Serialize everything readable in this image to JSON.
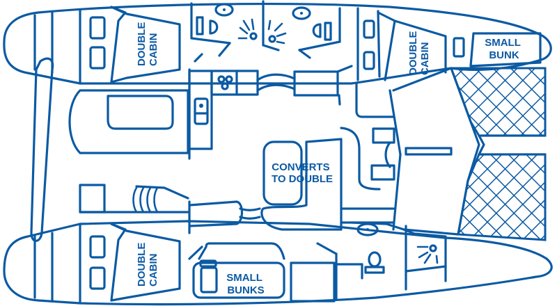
{
  "diagram": {
    "title": "Catamaran layout",
    "line_color": "#0b5aa3",
    "background": "#ffffff",
    "labels": {
      "port_aft_cabin": [
        "DOUBLE",
        "CABIN"
      ],
      "starboard_aft_cabin": [
        "DOUBLE",
        "CABIN"
      ],
      "forward_cabin": [
        "DOUBLE",
        "CABIN"
      ],
      "bow_bunk": [
        "SMALL",
        "BUNK"
      ],
      "saloon": [
        "CONVERTS",
        "TO DOUBLE"
      ],
      "bunks": [
        "SMALL",
        "BUNKS"
      ]
    },
    "zones": [
      "hull-port",
      "hull-starboard",
      "cockpit",
      "galley",
      "saloon",
      "heads-port",
      "heads-starboard",
      "trampoline-net"
    ]
  }
}
